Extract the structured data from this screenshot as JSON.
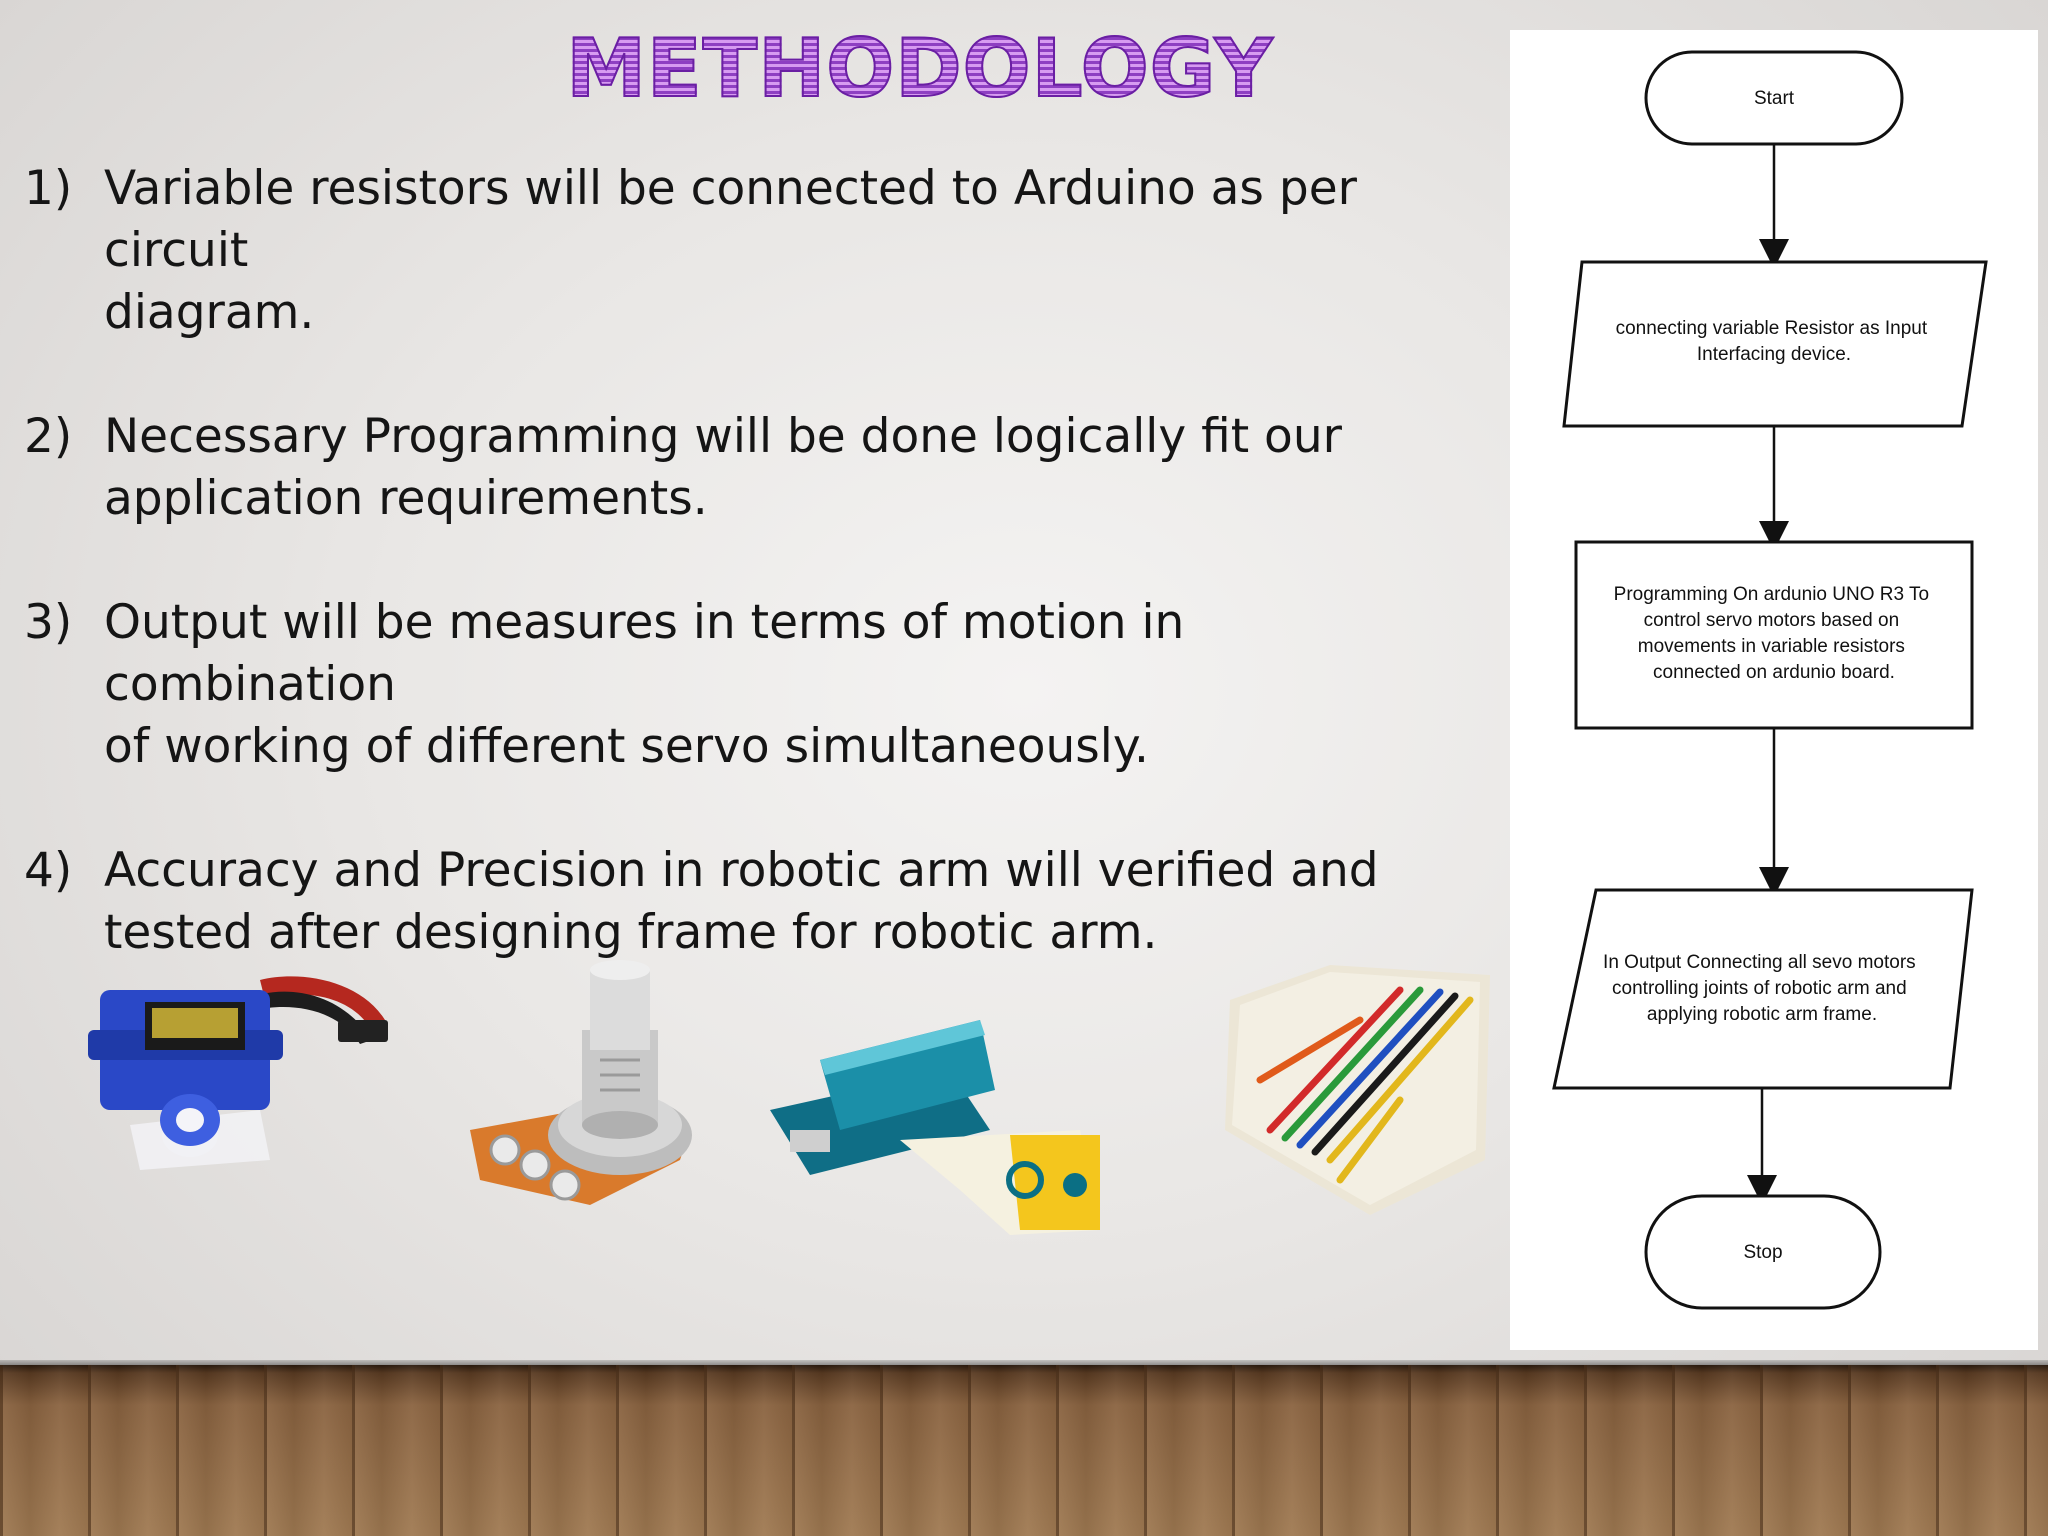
{
  "slide": {
    "title": "METHODOLOGY",
    "steps": [
      {
        "number": "1)",
        "lines": [
          "Variable resistors will be connected to Arduino as per circuit",
          "diagram."
        ]
      },
      {
        "number": "2)",
        "lines": [
          "Necessary Programming will be done logically fit our",
          "application requirements."
        ]
      },
      {
        "number": "3)",
        "lines": [
          "Output will be measures in terms of motion in combination",
          "of working of different servo simultaneously."
        ]
      },
      {
        "number": "4)",
        "lines": [
          "Accuracy and Precision in robotic arm will verified and",
          "tested after designing frame for robotic arm."
        ]
      }
    ]
  },
  "flowchart": {
    "start": "Start",
    "input_lines": [
      "connecting variable Resistor as Input",
      "Interfacing device."
    ],
    "process_lines": [
      "Programming On ardunio UNO R3 To",
      "control servo motors based on",
      "movements in variable resistors",
      "connected on ardunio board."
    ],
    "output_lines": [
      "In Output Connecting all sevo motors",
      "controlling  joints of robotic arm and",
      "applying robotic arm frame."
    ],
    "stop": "Stop"
  },
  "images": [
    "servo-motor",
    "potentiometer",
    "arduino-uno-board",
    "breadboard-with-jumper-wires"
  ]
}
